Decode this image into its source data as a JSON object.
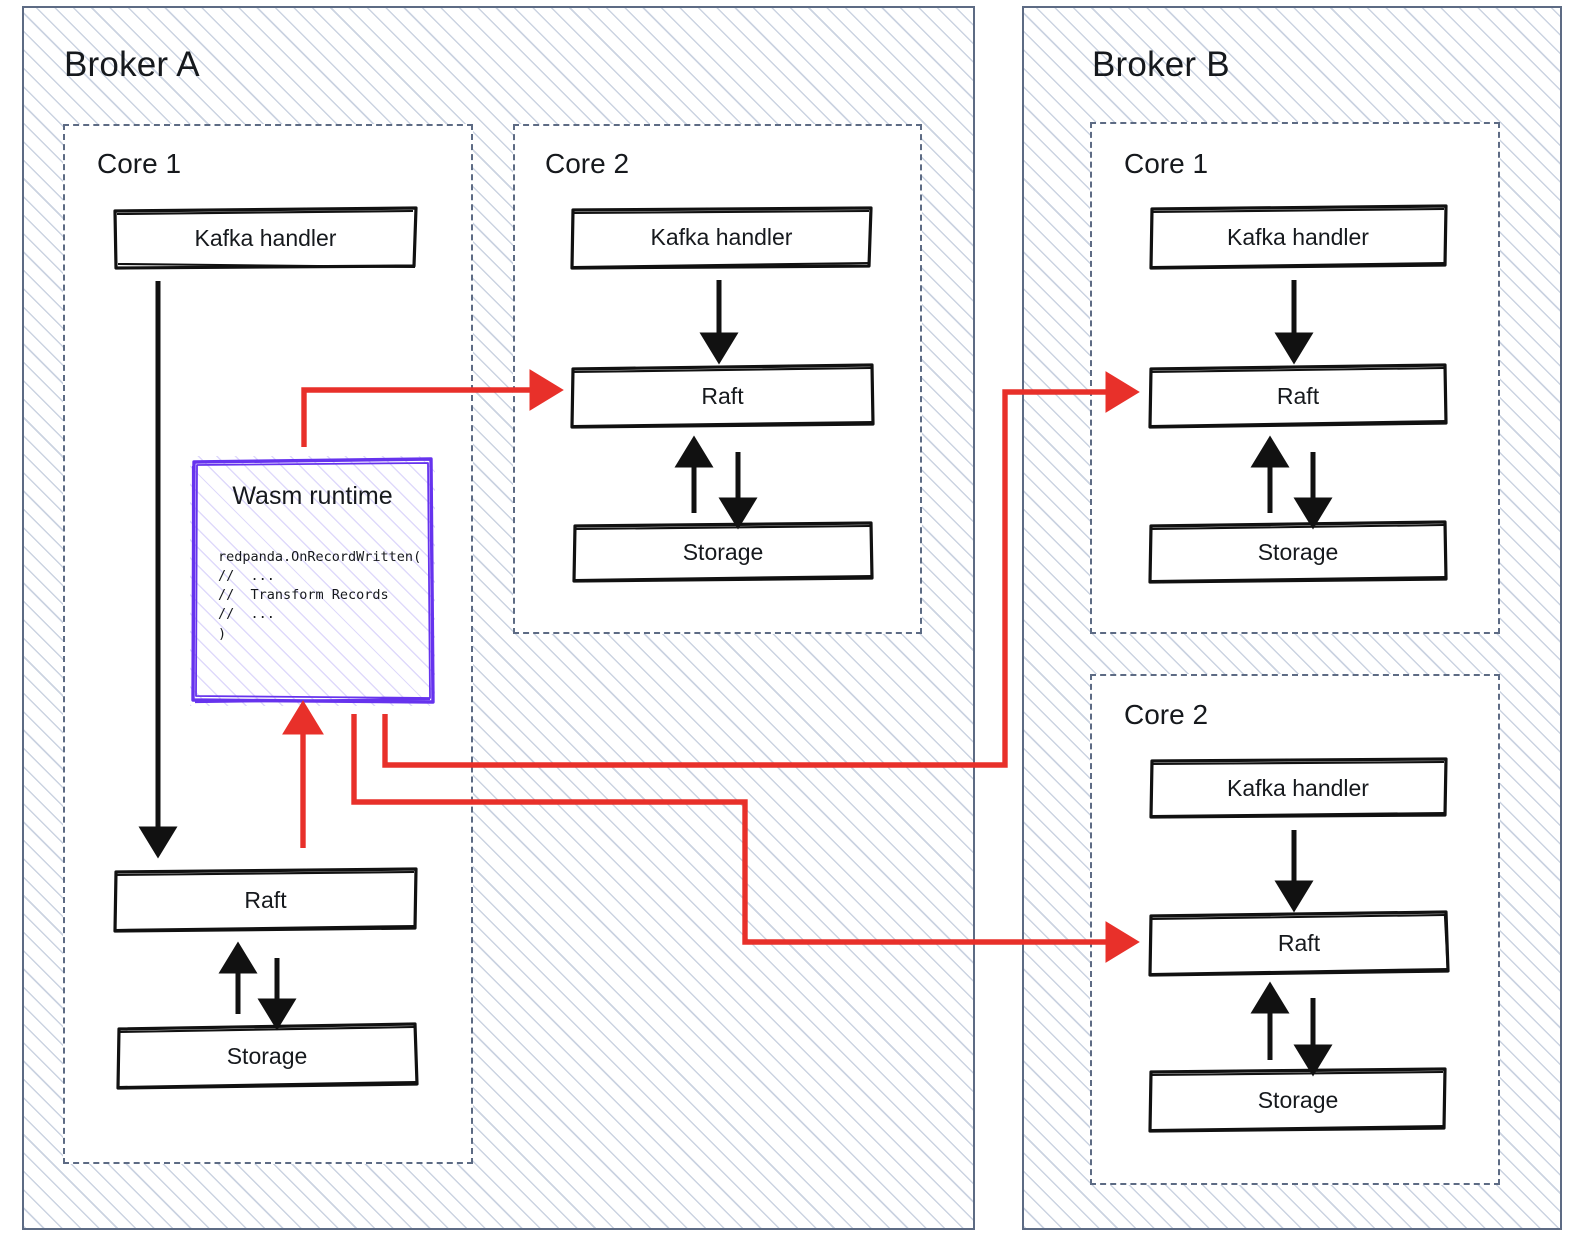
{
  "diagram": {
    "title": "Redpanda Wasm data transform across brokers and cores",
    "colors": {
      "broker_border": "#5d6b84",
      "core_border": "#5d6b84",
      "hatch": "#a0afc8",
      "node_stroke": "#111111",
      "wasm_stroke": "#6633ee",
      "arrow_black": "#111111",
      "arrow_red": "#e8302a",
      "background": "#ffffff",
      "text": "#16191d"
    },
    "brokers": [
      {
        "id": "broker-a",
        "title": "Broker A",
        "cores": [
          {
            "id": "broker-a-core-1",
            "title": "Core 1",
            "nodes": [
              {
                "id": "ba-c1-kafka",
                "label": "Kafka handler"
              },
              {
                "id": "ba-c1-wasm",
                "label": "Wasm runtime"
              },
              {
                "id": "ba-c1-raft",
                "label": "Raft"
              },
              {
                "id": "ba-c1-storage",
                "label": "Storage"
              }
            ],
            "wasm": {
              "title": "Wasm runtime",
              "code": "redpanda.OnRecordWritten(\n//  ...\n//  Transform Records\n//  ...\n)"
            }
          },
          {
            "id": "broker-a-core-2",
            "title": "Core 2",
            "nodes": [
              {
                "id": "ba-c2-kafka",
                "label": "Kafka handler"
              },
              {
                "id": "ba-c2-raft",
                "label": "Raft"
              },
              {
                "id": "ba-c2-storage",
                "label": "Storage"
              }
            ]
          }
        ]
      },
      {
        "id": "broker-b",
        "title": "Broker B",
        "cores": [
          {
            "id": "broker-b-core-1",
            "title": "Core 1",
            "nodes": [
              {
                "id": "bb-c1-kafka",
                "label": "Kafka handler"
              },
              {
                "id": "bb-c1-raft",
                "label": "Raft"
              },
              {
                "id": "bb-c1-storage",
                "label": "Storage"
              }
            ]
          },
          {
            "id": "broker-b-core-2",
            "title": "Core 2",
            "nodes": [
              {
                "id": "bb-c2-kafka",
                "label": "Kafka handler"
              },
              {
                "id": "bb-c2-raft",
                "label": "Raft"
              },
              {
                "id": "bb-c2-storage",
                "label": "Storage"
              }
            ]
          }
        ]
      }
    ],
    "connections": [
      {
        "id": "ba-c1-kafka-to-raft",
        "from": "ba-c1-kafka",
        "to": "ba-c1-raft",
        "color": "black",
        "style": "straight-down"
      },
      {
        "id": "ba-c1-raft-to-storage",
        "from": "ba-c1-raft",
        "to": "ba-c1-storage",
        "color": "black",
        "style": "down"
      },
      {
        "id": "ba-c1-storage-to-raft",
        "from": "ba-c1-storage",
        "to": "ba-c1-raft",
        "color": "black",
        "style": "up"
      },
      {
        "id": "ba-c2-kafka-to-raft",
        "from": "ba-c2-kafka",
        "to": "ba-c2-raft",
        "color": "black",
        "style": "down"
      },
      {
        "id": "ba-c2-raft-to-storage",
        "from": "ba-c2-raft",
        "to": "ba-c2-storage",
        "color": "black",
        "style": "down"
      },
      {
        "id": "ba-c2-storage-to-raft",
        "from": "ba-c2-storage",
        "to": "ba-c2-raft",
        "color": "black",
        "style": "up"
      },
      {
        "id": "bb-c1-kafka-to-raft",
        "from": "bb-c1-kafka",
        "to": "bb-c1-raft",
        "color": "black",
        "style": "down"
      },
      {
        "id": "bb-c1-raft-to-storage",
        "from": "bb-c1-raft",
        "to": "bb-c1-storage",
        "color": "black",
        "style": "down"
      },
      {
        "id": "bb-c1-storage-to-raft",
        "from": "bb-c1-storage",
        "to": "bb-c1-raft",
        "color": "black",
        "style": "up"
      },
      {
        "id": "bb-c2-kafka-to-raft",
        "from": "bb-c2-kafka",
        "to": "bb-c2-raft",
        "color": "black",
        "style": "down"
      },
      {
        "id": "bb-c2-raft-to-storage",
        "from": "bb-c2-raft",
        "to": "bb-c2-storage",
        "color": "black",
        "style": "down"
      },
      {
        "id": "bb-c2-storage-to-raft",
        "from": "bb-c2-storage",
        "to": "bb-c2-raft",
        "color": "black",
        "style": "up"
      },
      {
        "id": "wasm-to-ba-c2-raft",
        "from": "ba-c1-wasm",
        "to": "ba-c2-raft",
        "color": "red",
        "style": "elbow"
      },
      {
        "id": "wasm-to-bb-c1-raft",
        "from": "ba-c1-wasm",
        "to": "bb-c1-raft",
        "color": "red",
        "style": "elbow"
      },
      {
        "id": "wasm-to-bb-c2-raft",
        "from": "ba-c1-wasm",
        "to": "bb-c2-raft",
        "color": "red",
        "style": "elbow"
      },
      {
        "id": "ba-c1-raft-to-wasm",
        "from": "ba-c1-raft",
        "to": "ba-c1-wasm",
        "color": "red",
        "style": "up"
      }
    ]
  }
}
